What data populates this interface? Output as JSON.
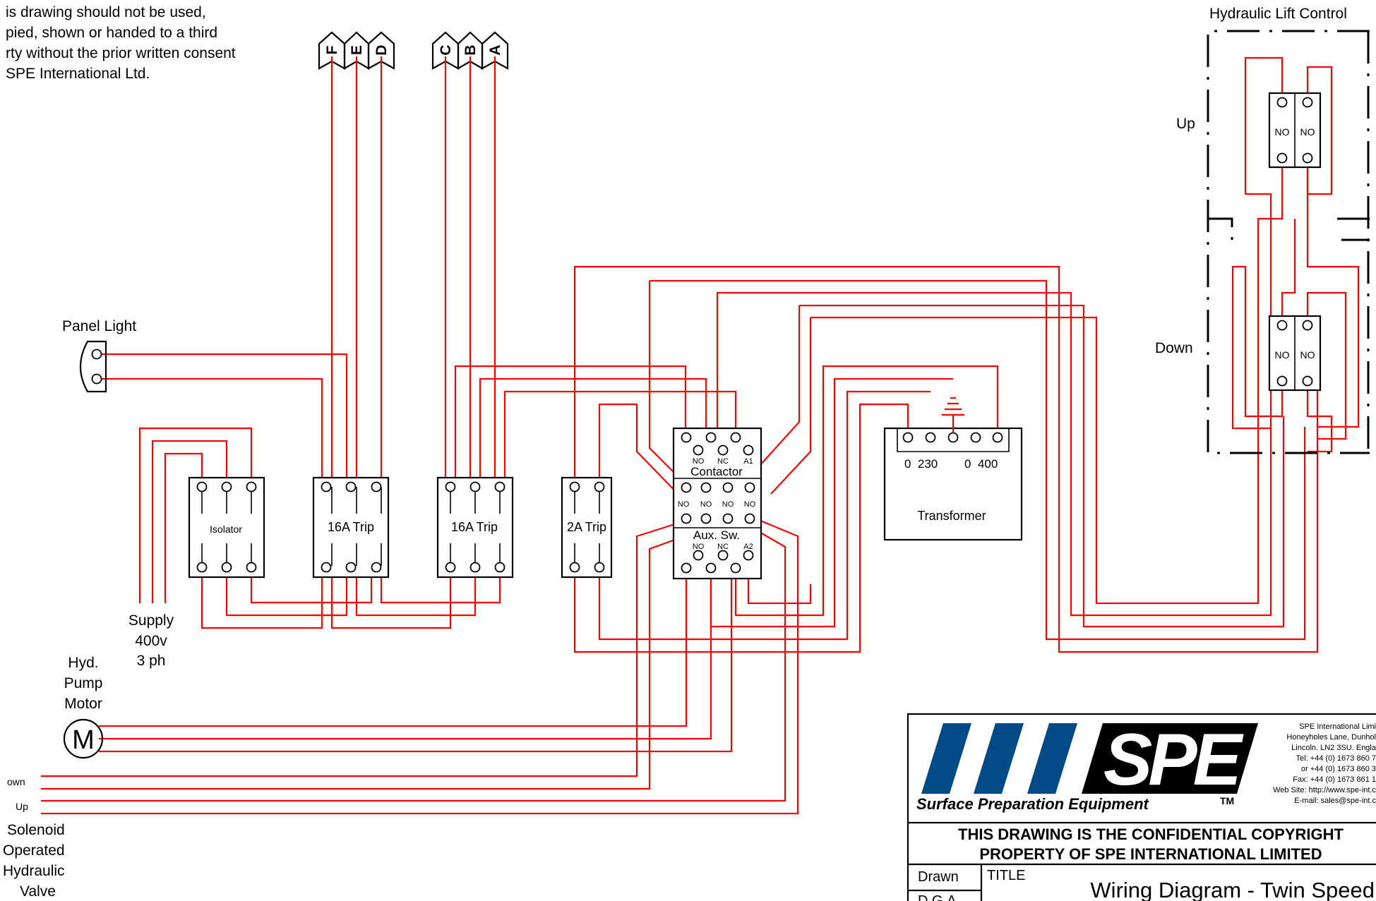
{
  "notice": {
    "line1": "is drawing should not be used,",
    "line2": "pied, shown or handed to a third",
    "line3": "rty without the prior written consent",
    "line4": "SPE International Ltd."
  },
  "connectors": {
    "group1": [
      "F",
      "E",
      "D"
    ],
    "group2": [
      "C",
      "B",
      "A"
    ]
  },
  "labels": {
    "panel_light": "Panel Light",
    "supply_l1": "Supply",
    "supply_l2": "400v",
    "supply_l3": "3 ph",
    "motor_l1": "Hyd.",
    "motor_l2": "Pump",
    "motor_l3": "Motor",
    "motor_symbol": "M",
    "wire_down": "own",
    "wire_up": "Up",
    "valve_l1": "Solenoid",
    "valve_l2": "Operated",
    "valve_l3": "Hydraulic",
    "valve_l4": "Valve",
    "isolator": "Isolator",
    "trip1": "16A Trip",
    "trip2": "16A Trip",
    "trip3": "2A Trip",
    "contactor": "Contactor",
    "aux_switch": "Aux. Sw.",
    "no": "NO",
    "nc": "NC",
    "a1": "A1",
    "a2": "A2",
    "transformer": "Transformer",
    "tx_terminals": "0  230        0  400",
    "hydraulic_lift_control": "Hydraulic Lift Control",
    "up": "Up",
    "down": "Down"
  },
  "titleblock": {
    "logo_text": "SPE",
    "tagline": "Surface Preparation Equipment",
    "tm": "TM",
    "company": [
      "SPE International Limi",
      "Honeyholes Lane, Dunhol",
      "Lincoln. LN2 3SU. Engla",
      "Tel: +44 (0) 1673 860 7",
      "or +44 (0) 1673 860 3",
      "Fax: +44 (0) 1673 861 1",
      "Web Site: http://www.spe-int.c",
      "E-mail: sales@spe-int.c"
    ],
    "confidential_l1": "THIS DRAWING IS THE CONFIDENTIAL COPYRIGHT",
    "confidential_l2": "PROPERTY  OF SPE INTERNATIONAL LIMITED",
    "drawn_label": "Drawn",
    "drawn_by": "D.G.A.",
    "title_label": "TITLE",
    "title": "Wiring Diagram - Twin Speed"
  },
  "colors": {
    "wire": "#ff0000",
    "line": "#000000",
    "logo_blue": "#004b87"
  }
}
